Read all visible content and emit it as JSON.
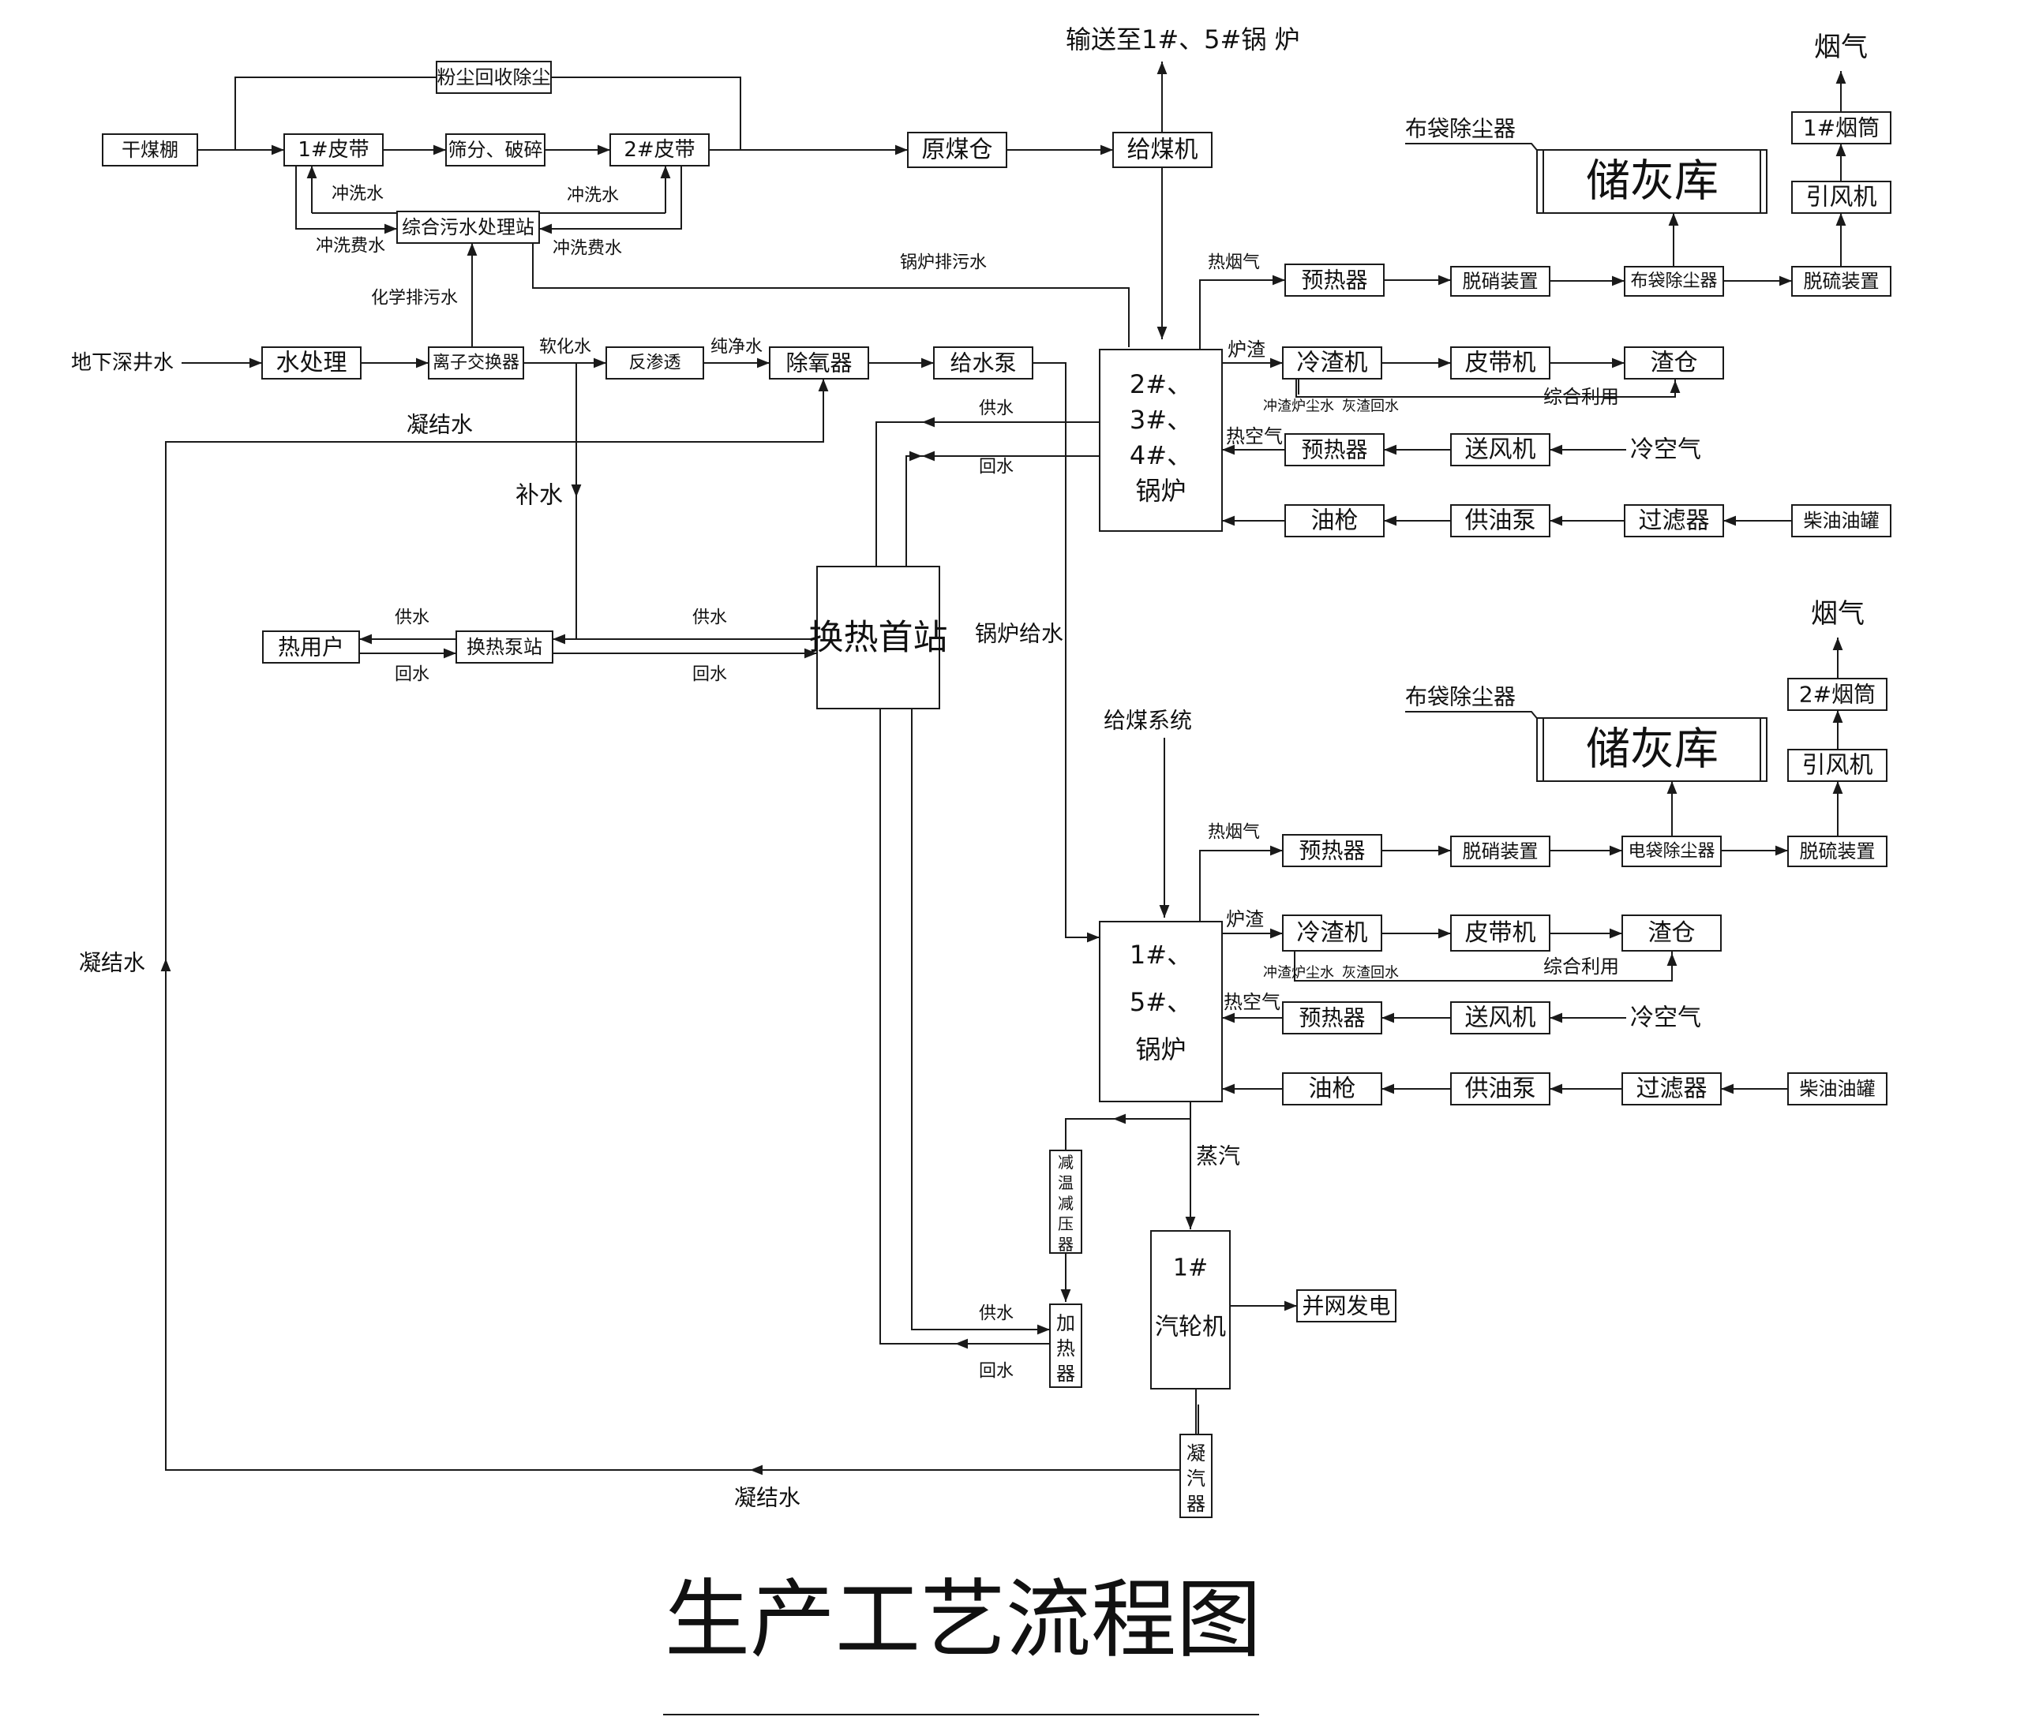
{
  "title": "生产工艺流程图",
  "coal": {
    "dry_shed": "干煤棚",
    "belt1": "1#皮带",
    "screen": "筛分、破碎",
    "belt2": "2#皮带",
    "dust_recovery": "粉尘回收除尘",
    "raw_bunker": "原煤仓",
    "feeder": "给煤机",
    "to_boilers": "输送至1#、5#锅  炉",
    "flush_water_l": "冲洗水",
    "flush_water_r": "冲洗水",
    "flush_waste_l": "冲洗费水",
    "flush_waste_r": "冲洗费水",
    "sewage_station": "综合污水处理站",
    "chem_drain": "化学排污水",
    "boiler_blowdown": "锅炉排污水"
  },
  "water": {
    "well": "地下深井水",
    "treatment": "水处理",
    "ion_exchanger": "离子交换器",
    "soft_water": "软化水",
    "ro": "反渗透",
    "pure_water": "纯净水",
    "deaerator": "除氧器",
    "feed_pump": "给水泵",
    "condensate_top": "凝结水",
    "makeup": "补水",
    "condensate_left": "凝结水",
    "condensate_bottom": "凝结水",
    "boiler_feed": "锅炉给水"
  },
  "heat": {
    "station": "换热首站",
    "pump_station": "换热泵站",
    "user": "热用户",
    "supply1": "供水",
    "return1": "回水",
    "supply2": "供水",
    "return2": "回水",
    "supply3": "供水",
    "return3": "回水",
    "supply4": "供水",
    "return4": "回水"
  },
  "b1": {
    "boiler": [
      "2#、",
      "3#、",
      "4#、",
      "锅炉"
    ],
    "hot_flue": "热烟气",
    "preheater": "预热器",
    "denox": "脱硝装置",
    "collector": "布袋除尘器",
    "desulf": "脱硫装置",
    "bag_label": "布袋除尘器",
    "ash": "储灰库",
    "fan": "引风机",
    "chimney": "1#烟筒",
    "smoke": "烟气",
    "slag": "炉渣",
    "cooler": "冷渣机",
    "belt": "皮带机",
    "slag_bin": "渣仓",
    "slag_water1": "冲渣炉尘水",
    "slag_water2": "灰渣回水",
    "reuse": "综合利用",
    "hot_air": "热空气",
    "air_preheater": "预热器",
    "blower": "送风机",
    "cold_air": "冷空气",
    "oil_gun": "油枪",
    "oil_pump": "供油泵",
    "filter": "过滤器",
    "oil_tank": "柴油油罐"
  },
  "b2": {
    "boiler": [
      "1#、",
      "5#、",
      "锅炉"
    ],
    "coal_system": "给煤系统",
    "hot_flue": "热烟气",
    "preheater": "预热器",
    "denox": "脱硝装置",
    "collector": "电袋除尘器",
    "desulf": "脱硫装置",
    "bag_label": "布袋除尘器",
    "ash": "储灰库",
    "fan": "引风机",
    "chimney": "2#烟筒",
    "smoke": "烟气",
    "slag": "炉渣",
    "cooler": "冷渣机",
    "belt": "皮带机",
    "slag_bin": "渣仓",
    "slag_water1": "冲渣炉尘水",
    "slag_water2": "灰渣回水",
    "reuse": "综合利用",
    "hot_air": "热空气",
    "air_preheater": "预热器",
    "blower": "送风机",
    "cold_air": "冷空气",
    "oil_gun": "油枪",
    "oil_pump": "供油泵",
    "filter": "过滤器",
    "oil_tank": "柴油油罐"
  },
  "turbine": {
    "pressure_reducer": "减温减压器",
    "heater": "加热器",
    "steam": "蒸汽",
    "turbine": [
      "1#",
      "汽轮机"
    ],
    "grid": "并网发电",
    "condenser": "凝汽器"
  }
}
